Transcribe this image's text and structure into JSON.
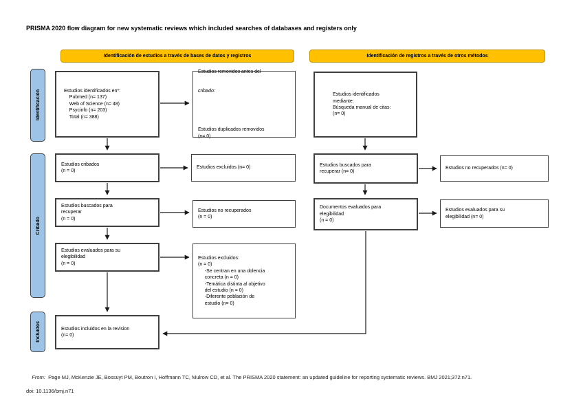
{
  "title": "PRISMA 2020 flow diagram for new systematic reviews which included searches of databases and registers only",
  "headers": {
    "databases": "Identificación de estudios a través de bases de datos y registros",
    "other_methods": "Identificación de registros a través de otros métodos"
  },
  "side_labels": {
    "identification": "Identificación",
    "screening": "Cribado",
    "included": "Incluidos"
  },
  "boxes": {
    "identified_db": {
      "lines": [
        "Estudios identificados en*:",
        "    Pubmed (n= 137)",
        "    Web of Science (n= 48)",
        "    Psycinfo (n= 203)",
        "    Total (n= 388)"
      ]
    },
    "removed_before": {
      "line1": "Estudios removidos antes del",
      "line1_italic": "cribado:",
      "line2": [
        "Estudios duplicados removidos",
        "(n= 0)"
      ]
    },
    "screened": {
      "lines": [
        "Estudios cribados",
        "(n = 0)"
      ]
    },
    "excluded": {
      "lines": [
        "Estudios excluidos (n= 0)"
      ]
    },
    "sought": {
      "lines": [
        "Estudios buscados para",
        "recuperar",
        "(n = 0)"
      ]
    },
    "not_retrieved": {
      "lines": [
        "Estudios no recuperados",
        "(n = 0)"
      ]
    },
    "assessed": {
      "lines": [
        "Estudios evaluados para su",
        "elegibilidad",
        "(n = 0)"
      ]
    },
    "excluded_reasons": {
      "lines": [
        "Estudios excluidos:",
        "(n = 0)",
        "     -Se centran en una dolencia",
        "     concreta (n = 0)",
        "     -Temática distinta al objetivo",
        "     del estudio (n = 0)",
        "     -Diferente población de",
        "     estudio (n= 0)"
      ]
    },
    "included": {
      "lines": [
        "Estudios incluidos en la revision",
        "(n= 0)"
      ]
    },
    "identified_other": {
      "lines": [
        "Estudios identificados",
        "mediante:",
        "Búsqueda manual de citas:",
        "(n= 0)"
      ]
    },
    "sought_other": {
      "lines": [
        "Estudios buscados para",
        "recuperar (n= 0)"
      ]
    },
    "not_retrieved_other": {
      "lines": [
        "Estudios no recuperados (n= 0)"
      ]
    },
    "assessed_other": {
      "lines": [
        "Documentos evaluados para",
        "elegibilidad",
        "(n = 0)"
      ]
    },
    "assessed_excluded_other": {
      "lines": [
        "Estudios evaluados para su",
        "elegibilidad (n= 0)"
      ]
    }
  },
  "citation": {
    "prefix": "From:",
    "body": "  Page MJ, McKenzie JE, Bossuyt PM, Boutron I, Hoffmann TC, Mulrow CD, et al. The PRISMA 2020 statement: an updated guideline for reporting systematic reviews. BMJ 2021;372:n71.",
    "line2": "doi: 10.1136/bmj.n71"
  },
  "colors": {
    "header_bg": "#FFC000",
    "header_border": "#BF9000",
    "side_bg": "#9DC3E6",
    "side_border": "#404040"
  }
}
